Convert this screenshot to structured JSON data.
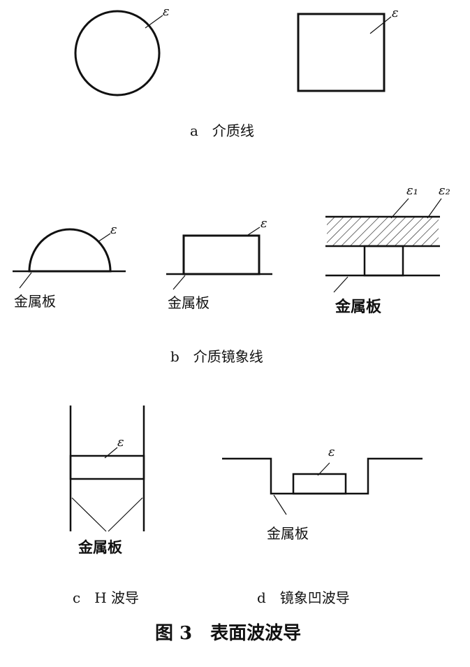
{
  "symbols": {
    "epsilon": "ε",
    "epsilon_1": "ε₁",
    "epsilon_2": "ε₂"
  },
  "labels": {
    "metal_plate": "金属板"
  },
  "captions": {
    "a": "a　介质线",
    "b": "b　介质镜象线",
    "c": "c　H 波导",
    "d": "d　镜象凹波导"
  },
  "figure_title": "图 3　表面波波导",
  "colors": {
    "ink": "#111111",
    "background": "#ffffff"
  }
}
